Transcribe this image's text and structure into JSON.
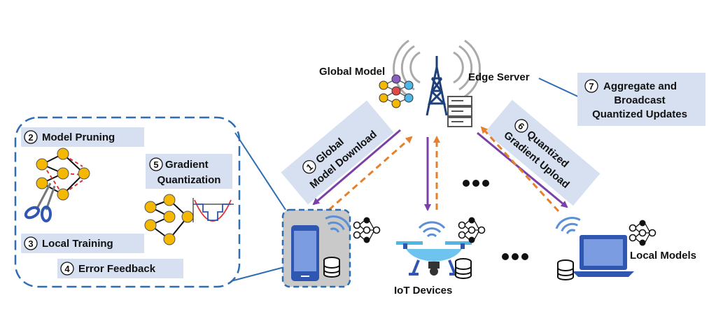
{
  "labels": {
    "global_model": "Global Model",
    "edge_server": "Edge Server",
    "iot_devices": "IoT Devices",
    "local_models": "Local Models"
  },
  "steps": {
    "s1": {
      "num": "1",
      "line1": "Global",
      "line2": "Model Download"
    },
    "s2": {
      "num": "2",
      "text": "Model Pruning"
    },
    "s3": {
      "num": "3",
      "text": "Local Training"
    },
    "s4": {
      "num": "4",
      "text": "Error Feedback"
    },
    "s5": {
      "num": "5",
      "line1": "Gradient",
      "line2": "Quantization"
    },
    "s6": {
      "num": "6",
      "line1": "Quantized",
      "line2": "Gradient Upload"
    },
    "s7": {
      "num": "7",
      "line1": "Aggregate and",
      "line2": "Broadcast",
      "line3": "Quantized Updates"
    }
  },
  "colors": {
    "download_arrow": "#7b3fa6",
    "upload_arrow": "#e6802a",
    "label_box": "#d6e0f0",
    "dashed_region": "#2e6db4",
    "device_blue": "#2f56b0",
    "node_yellow": "#f5b800"
  }
}
